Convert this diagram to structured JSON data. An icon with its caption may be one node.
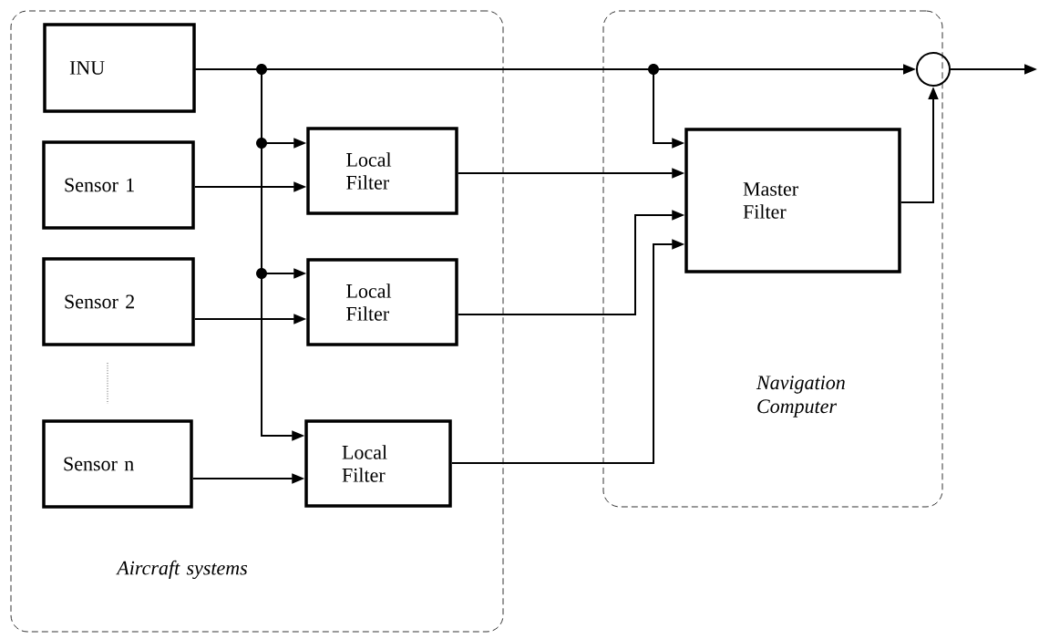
{
  "diagram": {
    "nodes": [
      {
        "text": [
          "Aircraft systems"
        ]
      },
      {
        "text": [
          "INU"
        ],
        "in": 0
      },
      {
        "text": [
          "Sensor 1"
        ],
        "in": 0
      },
      {
        "text": [
          "Sensor 2"
        ],
        "in": 0
      },
      {
        "text": [
          "Sensor n"
        ],
        "in": 0
      },
      {
        "text": [
          "Local Filter"
        ],
        "in": 0
      },
      {
        "text": [
          "Local Filter"
        ],
        "in": 0
      },
      {
        "text": [
          "Local Filter"
        ],
        "in": 0
      },
      {
        "text": [
          "Navigation Computer"
        ]
      },
      {
        "text": [
          "Master Filter"
        ],
        "in": 8
      },
      {
        "text": [],
        "shape": "circle",
        "in": 8
      }
    ],
    "edges": [
      {
        "from": 1,
        "to": 5,
        "arrow": "to"
      },
      {
        "from": 1,
        "to": 6,
        "arrow": "to"
      },
      {
        "from": 1,
        "to": 7,
        "arrow": "to"
      },
      {
        "from": 1,
        "to": 9,
        "arrow": "to"
      },
      {
        "from": 1,
        "to": 10,
        "arrow": "to"
      },
      {
        "from": 2,
        "to": 5,
        "arrow": "to"
      },
      {
        "from": 3,
        "to": 6,
        "arrow": "to"
      },
      {
        "from": 4,
        "to": 7,
        "arrow": "to"
      },
      {
        "from": 5,
        "to": 9,
        "arrow": "to"
      },
      {
        "from": 6,
        "to": 9,
        "arrow": "to"
      },
      {
        "from": 7,
        "to": 9,
        "arrow": "to"
      },
      {
        "from": 9,
        "to": 10,
        "arrow": "to"
      },
      {
        "from": 10,
        "to": null,
        "arrow": "to"
      }
    ]
  }
}
